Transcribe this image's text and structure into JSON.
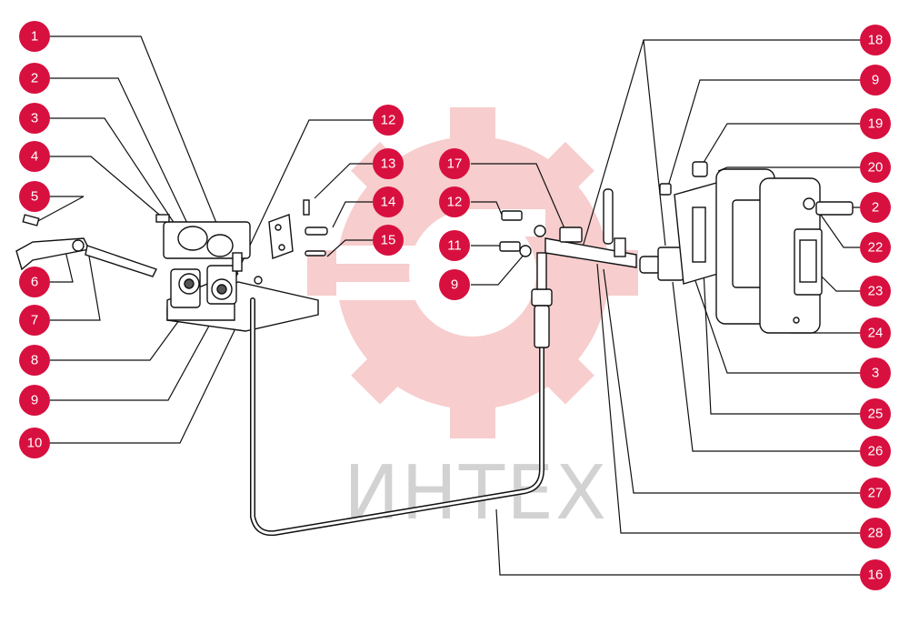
{
  "watermark": {
    "text": "ИНТЕХ",
    "color": "#f1a5a5",
    "text_color": "#d2d2d2"
  },
  "callout_color": "#d8103f",
  "callouts": [
    {
      "id": "c1",
      "label": "1"
    },
    {
      "id": "c2",
      "label": "2"
    },
    {
      "id": "c3",
      "label": "3"
    },
    {
      "id": "c4",
      "label": "4"
    },
    {
      "id": "c5",
      "label": "5"
    },
    {
      "id": "c6",
      "label": "6"
    },
    {
      "id": "c7",
      "label": "7"
    },
    {
      "id": "c8",
      "label": "8"
    },
    {
      "id": "c9",
      "label": "9"
    },
    {
      "id": "c10",
      "label": "10"
    },
    {
      "id": "c12a",
      "label": "12"
    },
    {
      "id": "c13",
      "label": "13"
    },
    {
      "id": "c14",
      "label": "14"
    },
    {
      "id": "c15",
      "label": "15"
    },
    {
      "id": "c17",
      "label": "17"
    },
    {
      "id": "c12b",
      "label": "12"
    },
    {
      "id": "c11",
      "label": "11"
    },
    {
      "id": "c9b",
      "label": "9"
    },
    {
      "id": "c18",
      "label": "18"
    },
    {
      "id": "c9c",
      "label": "9"
    },
    {
      "id": "c19",
      "label": "19"
    },
    {
      "id": "c20",
      "label": "20"
    },
    {
      "id": "c2b",
      "label": "2"
    },
    {
      "id": "c22",
      "label": "22"
    },
    {
      "id": "c23",
      "label": "23"
    },
    {
      "id": "c24",
      "label": "24"
    },
    {
      "id": "c3b",
      "label": "3"
    },
    {
      "id": "c25",
      "label": "25"
    },
    {
      "id": "c26",
      "label": "26"
    },
    {
      "id": "c27",
      "label": "27"
    },
    {
      "id": "c28",
      "label": "28"
    },
    {
      "id": "c16",
      "label": "16"
    }
  ]
}
